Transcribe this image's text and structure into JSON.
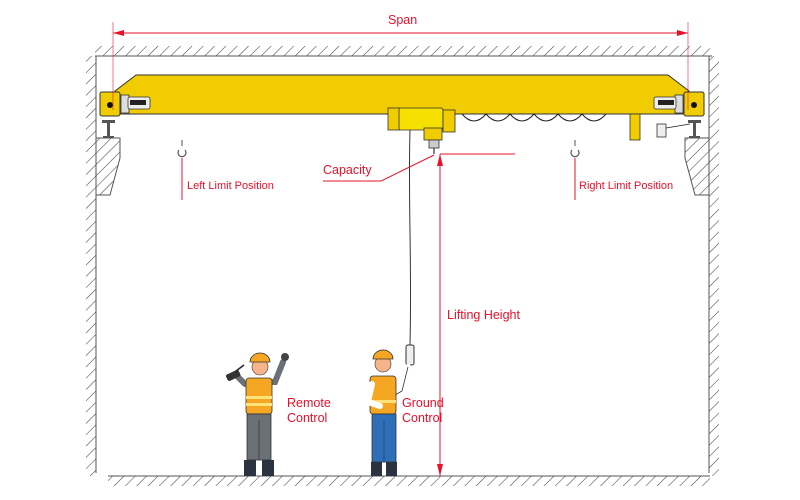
{
  "title": "Single Girder Overhead Crane Dimension Diagram",
  "labels": {
    "span": "Span",
    "capacity": "Capacity",
    "left_limit": "Left Limit Position",
    "right_limit": "Right Limit Position",
    "lifting_height": "Lifting Height",
    "remote_control_line1": "Remote",
    "remote_control_line2": "Control",
    "ground_control_line1": "Ground",
    "ground_control_line2": "Control"
  },
  "colors": {
    "annotation": "#e8102a",
    "girder": "#f0cc00",
    "hatch": "#444444",
    "vest": "#f5a623",
    "helmet": "#f5a623"
  }
}
